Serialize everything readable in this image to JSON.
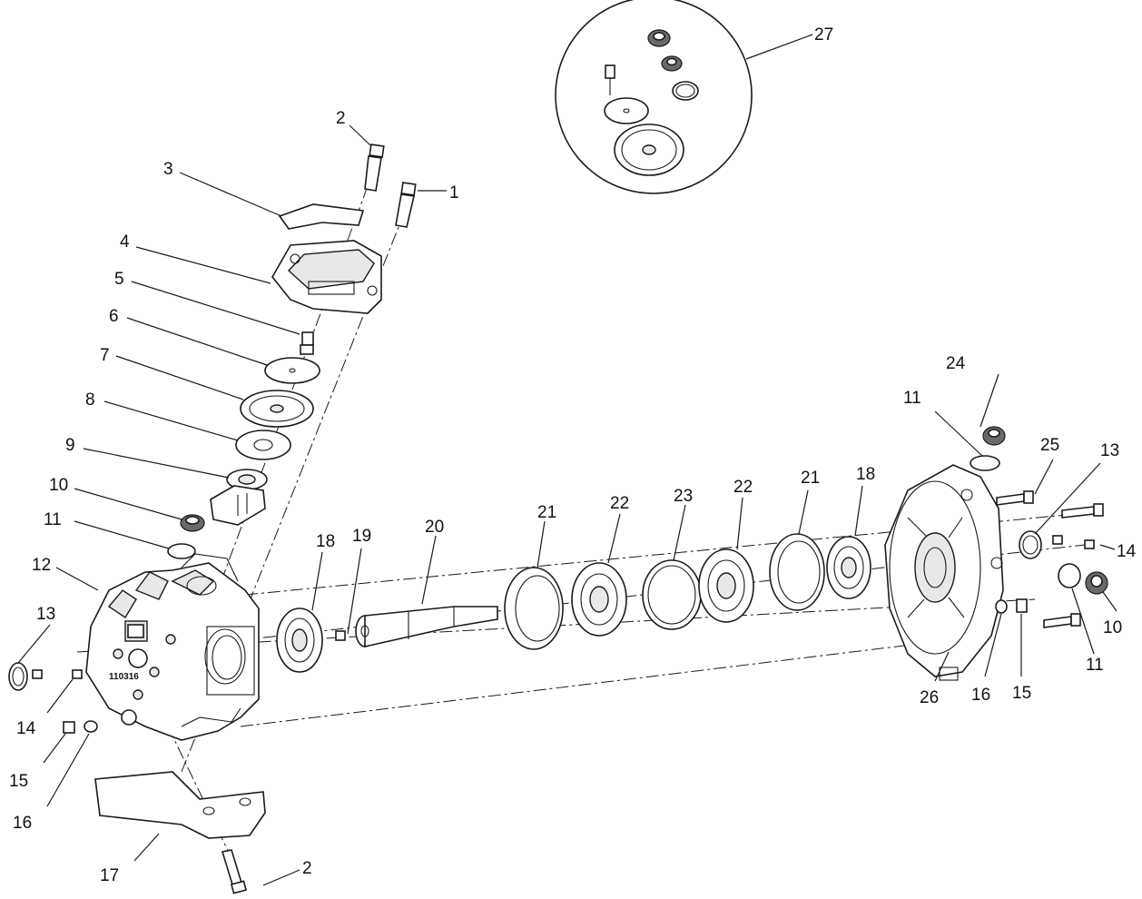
{
  "colors": {
    "line": "#1a1a1a",
    "background": "#ffffff",
    "shade": "#e8e8e8",
    "dark": "#6a6a6a"
  },
  "housing_label": "110316",
  "callouts": [
    {
      "id": "c1",
      "text": "1"
    },
    {
      "id": "c2a",
      "text": "2"
    },
    {
      "id": "c2b",
      "text": "2"
    },
    {
      "id": "c3",
      "text": "3"
    },
    {
      "id": "c4",
      "text": "4"
    },
    {
      "id": "c5",
      "text": "5"
    },
    {
      "id": "c6",
      "text": "6"
    },
    {
      "id": "c7",
      "text": "7"
    },
    {
      "id": "c8",
      "text": "8"
    },
    {
      "id": "c9",
      "text": "9"
    },
    {
      "id": "c10a",
      "text": "10"
    },
    {
      "id": "c10b",
      "text": "10"
    },
    {
      "id": "c11a",
      "text": "11"
    },
    {
      "id": "c11b",
      "text": "11"
    },
    {
      "id": "c11c",
      "text": "11"
    },
    {
      "id": "c12",
      "text": "12"
    },
    {
      "id": "c13a",
      "text": "13"
    },
    {
      "id": "c13b",
      "text": "13"
    },
    {
      "id": "c14a",
      "text": "14"
    },
    {
      "id": "c14b",
      "text": "14"
    },
    {
      "id": "c15a",
      "text": "15"
    },
    {
      "id": "c15b",
      "text": "15"
    },
    {
      "id": "c16a",
      "text": "16"
    },
    {
      "id": "c16b",
      "text": "16"
    },
    {
      "id": "c17",
      "text": "17"
    },
    {
      "id": "c18a",
      "text": "18"
    },
    {
      "id": "c18b",
      "text": "18"
    },
    {
      "id": "c19",
      "text": "19"
    },
    {
      "id": "c20",
      "text": "20"
    },
    {
      "id": "c21a",
      "text": "21"
    },
    {
      "id": "c21b",
      "text": "21"
    },
    {
      "id": "c22a",
      "text": "22"
    },
    {
      "id": "c22b",
      "text": "22"
    },
    {
      "id": "c23",
      "text": "23"
    },
    {
      "id": "c24",
      "text": "24"
    },
    {
      "id": "c25",
      "text": "25"
    },
    {
      "id": "c26",
      "text": "26"
    },
    {
      "id": "c27",
      "text": "27"
    }
  ]
}
